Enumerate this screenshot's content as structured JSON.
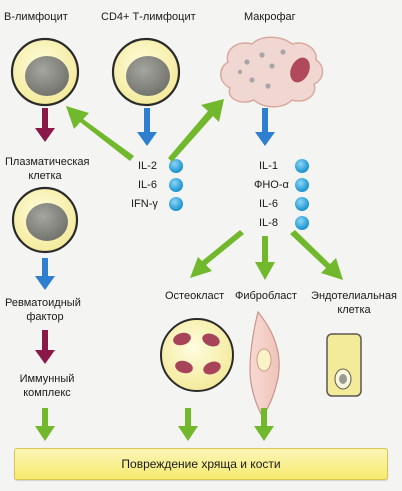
{
  "labels": {
    "b_lymphocyte": "В-лимфоцит",
    "cd4_t_lymphocyte": "CD4+ Т-лимфоцит",
    "macrophage": "Макрофаг",
    "plasma_cell_line1": "Плазматическая",
    "plasma_cell_line2": "клетка",
    "rheumatoid_factor_line1": "Ревматоидный",
    "rheumatoid_factor_line2": "фактор",
    "immune_complex_line1": "Иммунный",
    "immune_complex_line2": "комплекс",
    "osteoclast": "Остеокласт",
    "fibroblast": "Фибробласт",
    "endothelial_line1": "Эндотелиальная",
    "endothelial_line2": "клетка",
    "damage": "Повреждение хряща и кости"
  },
  "t_cell_cytokines": [
    "IL-2",
    "IL-6",
    "IFN-γ"
  ],
  "macrophage_cytokines": [
    "IL-1",
    "ФНО-α",
    "IL-6",
    "IL-8"
  ],
  "colors": {
    "green_arrow": "#72b82d",
    "blue_arrow": "#2f7fd0",
    "maroon_arrow": "#8a1848",
    "cytokine_dot": "#3fb0e6",
    "cell_fill": "#fbf6bd",
    "nucleus": "#8c8c88",
    "macrophage_fill": "#f1d7d2",
    "damage_bar": "#f6ea6e"
  }
}
